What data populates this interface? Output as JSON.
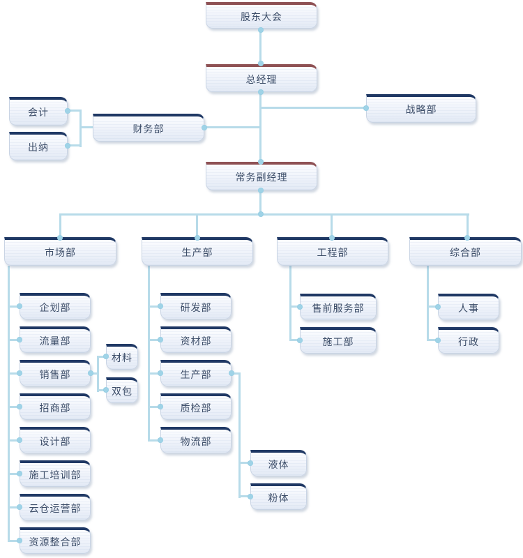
{
  "org": {
    "shareholders": "股东大会",
    "general_manager": "总经理",
    "strategy": "战略部",
    "finance": "财务部",
    "accounting": "会计",
    "cashier": "出纳",
    "deputy_manager": "常务副经理",
    "marketing": "市场部",
    "production": "生产部",
    "engineering": "工程部",
    "general_affairs": "综合部",
    "marketing_children": [
      "企划部",
      "流量部",
      "销售部",
      "招商部",
      "设计部",
      "施工培训部",
      "云仓运营部",
      "资源整合部"
    ],
    "sales_children": [
      "材料",
      "双包"
    ],
    "production_children": [
      "研发部",
      "资材部",
      "生产部",
      "质检部",
      "物流部"
    ],
    "production_sub_children": [
      "液体",
      "粉体"
    ],
    "engineering_children": [
      "售前服务部",
      "施工部"
    ],
    "general_children": [
      "人事",
      "行政"
    ]
  },
  "colors": {
    "executive_top_border": "#8e5154",
    "department_top_border": "#1f3864",
    "connector_line": "#b7dbe9",
    "connector_dot": "#9fd3e7",
    "node_background": "#eef2fa",
    "node_text": "#3c4d68"
  }
}
